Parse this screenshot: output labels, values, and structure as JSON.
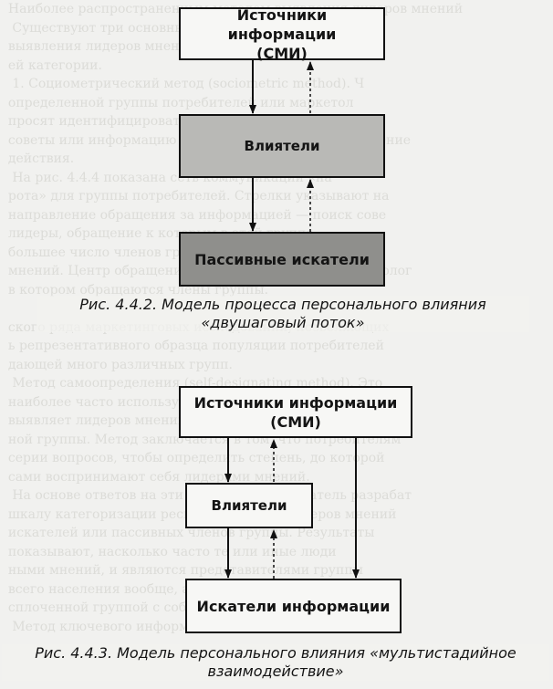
{
  "figure1": {
    "sources_line1": "Источники информации",
    "sources_line2": "(СМИ)",
    "influencers": "Влиятели",
    "passive_seekers": "Пассивные искатели",
    "caption_line1": "Рис. 4.4.2. Модель процесса персонального влияния",
    "caption_line2": "«двушаговый поток»"
  },
  "figure2": {
    "sources_line1": "Источники информации",
    "sources_line2": "(СМИ)",
    "influencers": "Влиятели",
    "seekers": "Искатели информации",
    "caption_line1": "Рис. 4.4.3. Модель персонального влияния «мультистадийное",
    "caption_line2": "взаимодействие»"
  },
  "background_text": [
    "  Наиболее распространенным методом выявления лидеров мнений",
    "   Существуют три основных исследовательских метода",
    "  выявления лидеров мнений по конкретной проблеме:",
    "  ей категории.",
    "   1. Социометрический метод (sociometric method). Ч",
    "  определенной группы потребителей или маркетол",
    "  просят идентифицировать тех людей, у которых он",
    "  советы или информацию для того, чтобы принять решение",
    "  действия.",
    "   На рис. 4.4.4 показана сеть коммуникаций «на",
    "  рота» для группы потребителей. Стрелки указывают на",
    "  направление обращения за информацией — поиск сове",
    "  лидеры, обращение к которым в этой группе",
    "  большее число членов группы, — и есть лидеры",
    "  мнений. Центр обращений. На втором месте — маркетолог",
    "  в котором обращаются члены группы.",
    "",
    "  ского ряда маркетинговых исследований, позволяющих",
    "  ь репрезентативного образца популяции потребителей",
    "  дающей много различных групп.",
    "   Метод самоопределения (self-designating method). Это",
    "  наиболее часто используемый метод, потому что",
    "  выявляет лидеров мнений в пределах большой совокуп",
    "  ной группы. Метод заключается в том, что потребителям",
    "  серии вопросов, чтобы определить степень, до которой",
    "  сами воспринимают себя лидерами мнений.",
    "   На основе ответов на эти вопросы исследователь разрабат",
    "  шкалу категоризации респондентов как лидеров мнений",
    "  искателей или пассивных членов группы. Результаты",
    "  показывают, насколько часто те или иные люди",
    "  ными мнений, и являются представителями группы",
    "  всего населения вообще, а не отдельной",
    "  сплоченной группой с собственными связями.",
    "   Метод ключевого информанта. Этот метод"
  ]
}
